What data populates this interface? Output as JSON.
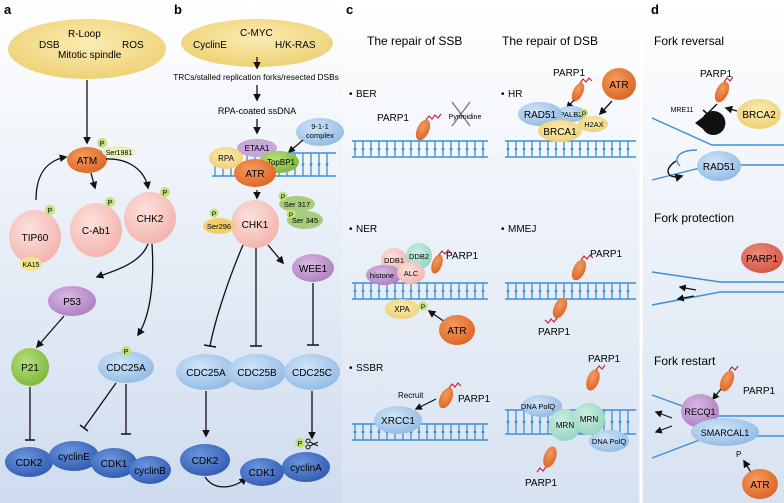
{
  "panels": {
    "a": "a",
    "b": "b",
    "c": "c",
    "d": "d"
  },
  "a": {
    "trigger": {
      "dsb": "DSB",
      "rloop": "R-Loop",
      "mitotic": "Mitotic spindle",
      "ros": "ROS"
    },
    "atm": "ATM",
    "p": "P",
    "ser1981": "Ser1981",
    "tip60": "TIP60",
    "ka15": "KA15",
    "cab1": "C-Ab1",
    "chk2": "CHK2",
    "p53": "P53",
    "p21": "P21",
    "cdc25a": "CDC25A",
    "cdk2": "CDK2",
    "cycline": "cyclinE",
    "cdk1": "CDK1",
    "cyclinb": "cyclinB"
  },
  "b": {
    "trigger": {
      "cycline": "CyclinE",
      "cmyc": "C-MYC",
      "hkras": "H/K-RAS"
    },
    "trcs": "TRCs/stalled replication forks/resected DSBs",
    "rpa_ssdna": "RPA-coated ssDNA",
    "etaa1": "ETAA1",
    "complex_a": "9-1-1",
    "complex_b": "complex",
    "rpa": "RPA",
    "topbp1": "TopBP1",
    "atr": "ATR",
    "ser317": "Ser 317",
    "ser296": "Ser296",
    "ser345": "Ser 345",
    "chk1": "CHK1",
    "wee1": "WEE1",
    "p": "P",
    "cdc25a": "CDC25A",
    "cdc25b": "CDC25B",
    "cdc25c": "CDC25C",
    "cdk2": "CDK2",
    "cdk1": "CDK1",
    "cyclina": "cyclinA"
  },
  "c": {
    "ssb_title": "The repair of SSB",
    "dsb_title": "The repair of DSB",
    "ber": "BER",
    "parp1": "PARP1",
    "pyrimidine": "Pyrimidine",
    "ner": "NER",
    "ddb1": "DDB1",
    "ddb2": "DDB2",
    "histone": "histone",
    "alc": "ALC",
    "xpa": "XPA",
    "p": "P",
    "atr": "ATR",
    "ssbr": "SSBR",
    "recruit": "Recruit",
    "xrcc1": "XRCC1",
    "hr": "HR",
    "palb2": "PALB2",
    "rad51": "RAD51",
    "h2ax": "H2AX",
    "brca1": "BRCA1",
    "mmej": "MMEJ",
    "dna_polq": "DNA PolQ",
    "mrn": "MRN",
    "bullet": "•"
  },
  "d": {
    "fork_reversal": "Fork reversal",
    "parp1": "PARP1",
    "mre11": "MRE11",
    "brca2": "BRCA2",
    "rad51": "RAD51",
    "fork_protection": "Fork protection",
    "fork_restart": "Fork restart",
    "recq1": "RECQ1",
    "smarcal1": "SMARCAL1",
    "p": "P",
    "atr": "ATR"
  },
  "colors": {
    "trigger": "#f2d98a",
    "atm": "#ec7a3c",
    "pink": "#f6c6c0",
    "purple": "#b98ec9",
    "green": "#8fc64b",
    "blue": "#3d6cc3",
    "lightblue": "#9ec6ee",
    "dna": "#3d8fd6",
    "bubble": "#c8e2a6",
    "parp": "#e97d34"
  }
}
